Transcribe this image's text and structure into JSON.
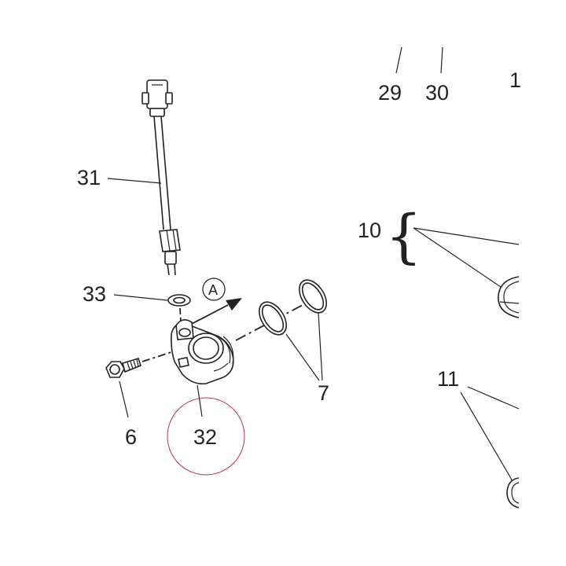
{
  "callouts": {
    "c29": "29",
    "c30": "30",
    "c1": "1",
    "c31": "31",
    "c10": "10",
    "c33": "33",
    "c6": "6",
    "c32": "32",
    "c7": "7",
    "c11": "11"
  },
  "view_marker": "A",
  "colors": {
    "line": "#222222",
    "highlight_circle": "#b5344a",
    "background": "#ffffff"
  }
}
